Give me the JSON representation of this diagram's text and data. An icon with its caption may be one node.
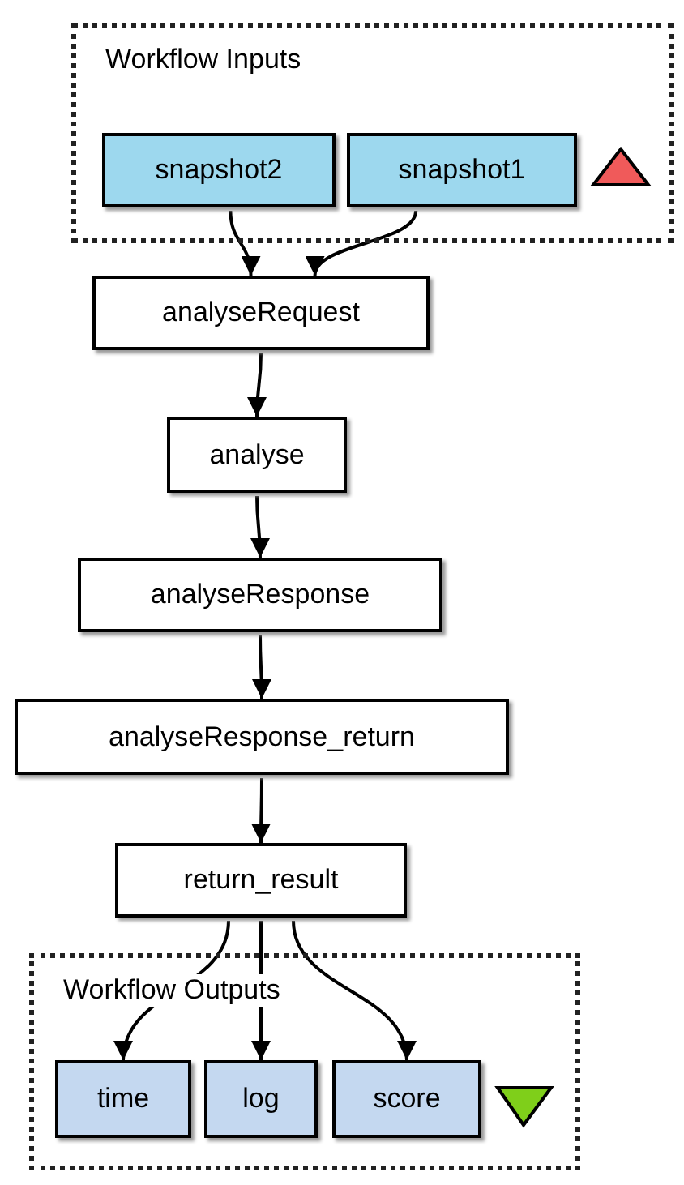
{
  "diagram": {
    "nodes": [
      {
        "text": [
          "Workflow Inputs"
        ]
      },
      {
        "text": [
          "snapshot2"
        ],
        "in": 0
      },
      {
        "text": [
          "snapshot1"
        ],
        "in": 0
      },
      {
        "text": [
          "analyseRequest"
        ]
      },
      {
        "text": [
          "analyse"
        ]
      },
      {
        "text": [
          "analyseResponse"
        ]
      },
      {
        "text": [
          "analyseResponse_return"
        ]
      },
      {
        "text": [
          "return_result"
        ]
      },
      {
        "text": [
          "Workflow Outputs"
        ]
      },
      {
        "text": [
          "time"
        ],
        "in": 8
      },
      {
        "text": [
          "log"
        ],
        "in": 8
      },
      {
        "text": [
          "score"
        ],
        "in": 8
      }
    ],
    "edges": [
      {
        "from": 1,
        "to": 3,
        "arrow": "to"
      },
      {
        "from": 2,
        "to": 3,
        "arrow": "to"
      },
      {
        "from": 3,
        "to": 4,
        "arrow": "to"
      },
      {
        "from": 4,
        "to": 5,
        "arrow": "to"
      },
      {
        "from": 5,
        "to": 6,
        "arrow": "to"
      },
      {
        "from": 6,
        "to": 7,
        "arrow": "to"
      },
      {
        "from": 7,
        "to": 9,
        "arrow": "to"
      },
      {
        "from": 7,
        "to": 10,
        "arrow": "to"
      },
      {
        "from": 7,
        "to": 11,
        "arrow": "to"
      }
    ]
  }
}
